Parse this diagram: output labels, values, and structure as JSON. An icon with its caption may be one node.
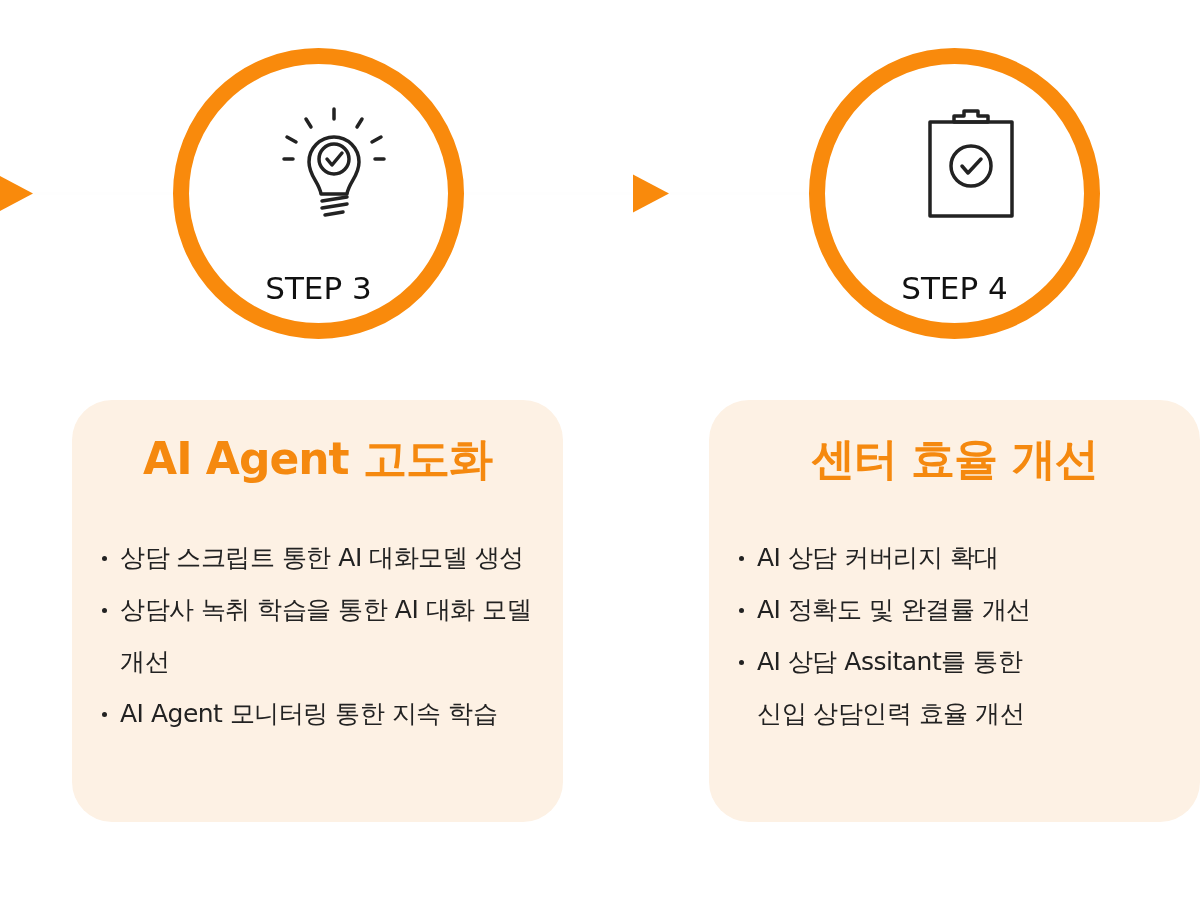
{
  "diagram": {
    "nodes": [
      {
        "text": [
          "STEP 3"
        ]
      },
      {
        "text": [
          "AI Agent 고도화",
          "상담 스크립트 통한 AI 대화모델 생성",
          "상담사 녹취 학습을 통한 AI 대화 모델 개선",
          "AI Agent 모니터링 통한 지속 학습"
        ]
      },
      {
        "text": [
          "STEP 4"
        ]
      },
      {
        "text": [
          "센터 효율 개선",
          "AI 상담 커버리지 확대",
          "AI 정확도 및 완결률 개선",
          "AI 상담 Assitant를 통한 신입 상담인력 효율 개선"
        ]
      }
    ],
    "edges": [
      {
        "from": null,
        "to": 0,
        "arrow": "to"
      },
      {
        "from": 0,
        "to": 2,
        "arrow": "to"
      }
    ]
  }
}
